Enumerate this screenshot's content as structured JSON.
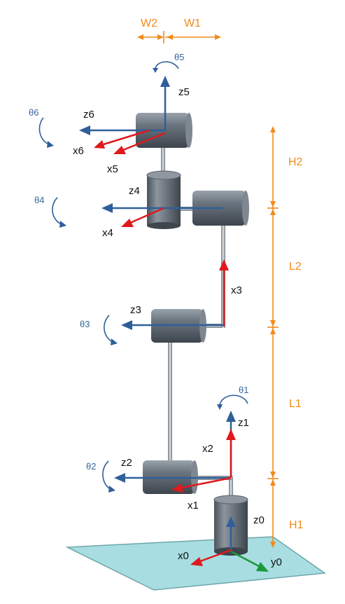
{
  "colors": {
    "z_axis": "#2f5f9a",
    "x_axis": "#e0191e",
    "y_axis": "#1a9a3a",
    "dimension": "#f28a1c",
    "theta_text": "#3a6a9c",
    "joint_body": "#5b6570",
    "floor_plate": "#a8dde2"
  },
  "dimensions": {
    "width": [
      "W2",
      "W1"
    ],
    "height": [
      "H2",
      "L2",
      "L1",
      "H1"
    ]
  },
  "frames": {
    "z": [
      "z0",
      "z1",
      "z2",
      "z3",
      "z4",
      "z5",
      "z6"
    ],
    "x": [
      "x0",
      "x1",
      "x2",
      "x3",
      "x4",
      "x5",
      "x6"
    ],
    "y": [
      "y0"
    ]
  },
  "angles": [
    "θ1",
    "θ2",
    "θ3",
    "θ4",
    "θ5",
    "θ6"
  ],
  "icons": [
    "rotation-arrow-icon",
    "axis-arrow-icon",
    "dimension-arrow-icon"
  ]
}
